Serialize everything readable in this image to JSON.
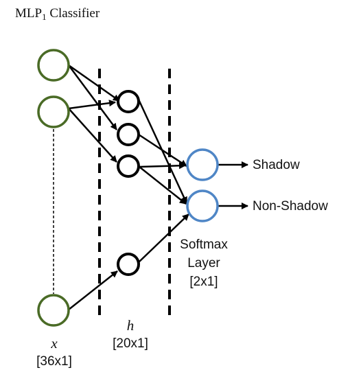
{
  "title": {
    "main": "MLP",
    "subscript": "1",
    "suffix": " Classifier"
  },
  "input_layer": {
    "symbol": "x",
    "size": "[36x1]"
  },
  "hidden_layer": {
    "symbol": "h",
    "size": "[20x1]"
  },
  "output_layer": {
    "line1": "Softmax",
    "line2": "Layer",
    "size": "[2x1]"
  },
  "outputs": [
    "Shadow",
    "Non-Shadow"
  ],
  "colors": {
    "input_nodes": "#4a6b26",
    "hidden_nodes": "#000000",
    "output_nodes": "#4f86c6"
  }
}
